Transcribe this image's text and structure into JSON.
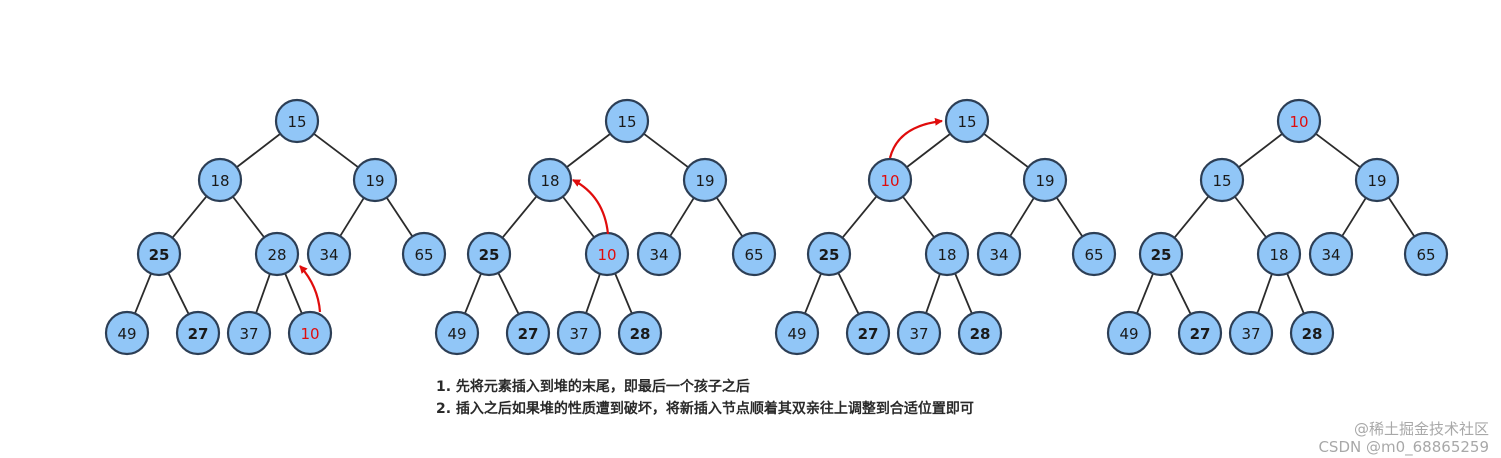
{
  "trees": [
    {
      "id": "step-1",
      "nodes": [
        {
          "value": "15",
          "highlight": false,
          "bold": false
        },
        {
          "value": "18",
          "highlight": false,
          "bold": false
        },
        {
          "value": "19",
          "highlight": false,
          "bold": false
        },
        {
          "value": "25",
          "highlight": false,
          "bold": true
        },
        {
          "value": "28",
          "highlight": false,
          "bold": false
        },
        {
          "value": "34",
          "highlight": false,
          "bold": false
        },
        {
          "value": "65",
          "highlight": false,
          "bold": false
        },
        {
          "value": "49",
          "highlight": false,
          "bold": false
        },
        {
          "value": "27",
          "highlight": false,
          "bold": true
        },
        {
          "value": "37",
          "highlight": false,
          "bold": false
        },
        {
          "value": "10",
          "highlight": true,
          "bold": false
        }
      ]
    },
    {
      "id": "step-2",
      "nodes": [
        {
          "value": "15",
          "highlight": false,
          "bold": false
        },
        {
          "value": "18",
          "highlight": false,
          "bold": false
        },
        {
          "value": "19",
          "highlight": false,
          "bold": false
        },
        {
          "value": "25",
          "highlight": false,
          "bold": true
        },
        {
          "value": "10",
          "highlight": true,
          "bold": false
        },
        {
          "value": "34",
          "highlight": false,
          "bold": false
        },
        {
          "value": "65",
          "highlight": false,
          "bold": false
        },
        {
          "value": "49",
          "highlight": false,
          "bold": false
        },
        {
          "value": "27",
          "highlight": false,
          "bold": true
        },
        {
          "value": "37",
          "highlight": false,
          "bold": false
        },
        {
          "value": "28",
          "highlight": false,
          "bold": true
        }
      ]
    },
    {
      "id": "step-3",
      "nodes": [
        {
          "value": "15",
          "highlight": false,
          "bold": false
        },
        {
          "value": "10",
          "highlight": true,
          "bold": false
        },
        {
          "value": "19",
          "highlight": false,
          "bold": false
        },
        {
          "value": "25",
          "highlight": false,
          "bold": true
        },
        {
          "value": "18",
          "highlight": false,
          "bold": false
        },
        {
          "value": "34",
          "highlight": false,
          "bold": false
        },
        {
          "value": "65",
          "highlight": false,
          "bold": false
        },
        {
          "value": "49",
          "highlight": false,
          "bold": false
        },
        {
          "value": "27",
          "highlight": false,
          "bold": true
        },
        {
          "value": "37",
          "highlight": false,
          "bold": false
        },
        {
          "value": "28",
          "highlight": false,
          "bold": true
        }
      ]
    },
    {
      "id": "step-4",
      "nodes": [
        {
          "value": "10",
          "highlight": true,
          "bold": false
        },
        {
          "value": "15",
          "highlight": false,
          "bold": false
        },
        {
          "value": "19",
          "highlight": false,
          "bold": false
        },
        {
          "value": "25",
          "highlight": false,
          "bold": true
        },
        {
          "value": "18",
          "highlight": false,
          "bold": false
        },
        {
          "value": "34",
          "highlight": false,
          "bold": false
        },
        {
          "value": "65",
          "highlight": false,
          "bold": false
        },
        {
          "value": "49",
          "highlight": false,
          "bold": false
        },
        {
          "value": "27",
          "highlight": false,
          "bold": true
        },
        {
          "value": "37",
          "highlight": false,
          "bold": false
        },
        {
          "value": "28",
          "highlight": false,
          "bold": true
        }
      ]
    }
  ],
  "edges": [
    [
      0,
      1
    ],
    [
      0,
      2
    ],
    [
      1,
      3
    ],
    [
      1,
      4
    ],
    [
      2,
      5
    ],
    [
      2,
      6
    ],
    [
      3,
      7
    ],
    [
      3,
      8
    ],
    [
      4,
      9
    ],
    [
      4,
      10
    ]
  ],
  "colors": {
    "node_fill": "#91c6f7",
    "node_stroke": "#2c3e55",
    "highlight_text": "#e00c0c",
    "text": "#1a1a1a",
    "arrow": "#e00c0c"
  },
  "caption": {
    "line1": "1. 先将元素插入到堆的末尾，即最后一个孩子之后",
    "line2": "2. 插入之后如果堆的性质遭到破坏，将新插入节点顺着其双亲往上调整到合适位置即可"
  },
  "watermark": {
    "line1": "@稀土掘金技术社区",
    "line2": "CSDN @m0_68865259"
  }
}
